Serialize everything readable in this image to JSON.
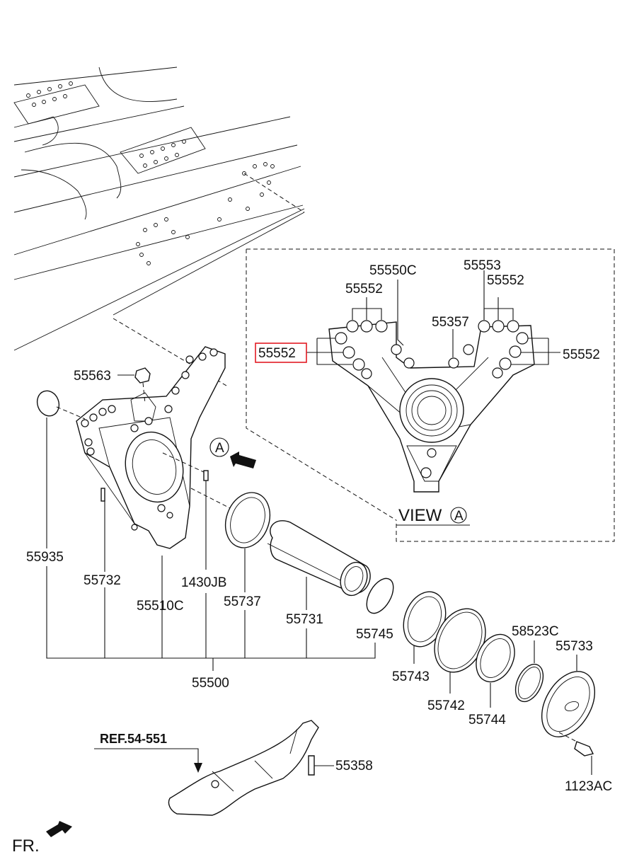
{
  "labels": {
    "p55563": "55563",
    "p55935": "55935",
    "p55732": "55732",
    "p1430JB": "1430JB",
    "p55510C": "55510C",
    "p55737": "55737",
    "p55731": "55731",
    "p55745": "55745",
    "p55500": "55500",
    "p55743": "55743",
    "p55742": "55742",
    "p55744": "55744",
    "p58523C": "58523C",
    "p55733": "55733",
    "p55358": "55358",
    "p1123AC": "1123AC",
    "p55550C": "55550C",
    "p55553": "55553",
    "p55552_a": "55552",
    "p55552_b": "55552",
    "p55552_c": "55552",
    "p55552_d": "55552",
    "p55357": "55357"
  },
  "view_label": "VIEW",
  "view_marker": "A",
  "arrow_marker": "A",
  "ref_label": "REF.54-551",
  "fr_label": "FR.",
  "highlight_color": "#e31b23"
}
